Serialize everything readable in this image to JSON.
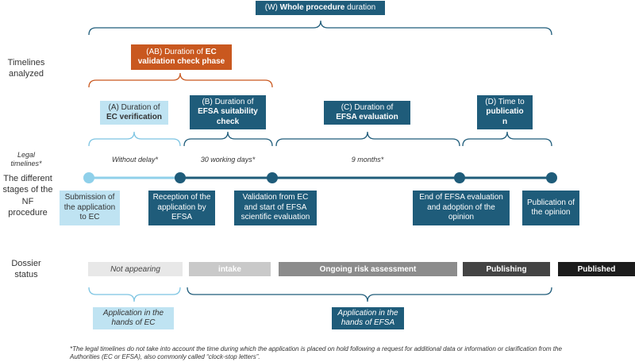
{
  "timelines": {
    "whole_prefix": "(W) ",
    "whole_bold": "Whole procedure",
    "whole_suffix": " duration",
    "ab_line1_a": "(AB) Duration of ",
    "ab_line1_b": "EC",
    "ab_line2": "validation check phase",
    "a_line1": "(A) Duration of",
    "a_line2": "EC verification",
    "b_line1": "(B) Duration of",
    "b_line2": "EFSA suitability",
    "b_line3": "check",
    "c_line1": "(C) Duration of",
    "c_line2": "EFSA evaluation",
    "d_line1": "(D) Time to",
    "d_line2": "publicatio",
    "d_line3": "n"
  },
  "side_labels": {
    "timelines": "Timelines analyzed",
    "legal": "Legal timelines*",
    "stages": "The different stages of the NF procedure",
    "dossier": "Dossier status"
  },
  "legal_timelines": [
    "Without delay*",
    "30 working days*",
    "9 months*"
  ],
  "stages": [
    "Submission of the application to EC",
    "Reception of the application by EFSA",
    "Validation from EC and start of EFSA scientific evaluation",
    "End of EFSA evaluation and adoption of the opinion",
    "Publication of the opinion"
  ],
  "dossier_status": [
    "Not appearing",
    "intake",
    "Ongoing risk assessment",
    "Publishing",
    "Published"
  ],
  "hands": {
    "ec": "Application in the hands of EC",
    "efsa": "Application in the hands of EFSA"
  },
  "footnote": "*The legal timelines do not take into account the time during which the application is placed on hold following  a request for additional data or information or clarification from the Authorities (EC or EFSA), also commonly called “clock-stop letters”.",
  "colors": {
    "navy": "#1f5c7a",
    "light": "#bfe3f2",
    "orange": "#c9581f"
  }
}
